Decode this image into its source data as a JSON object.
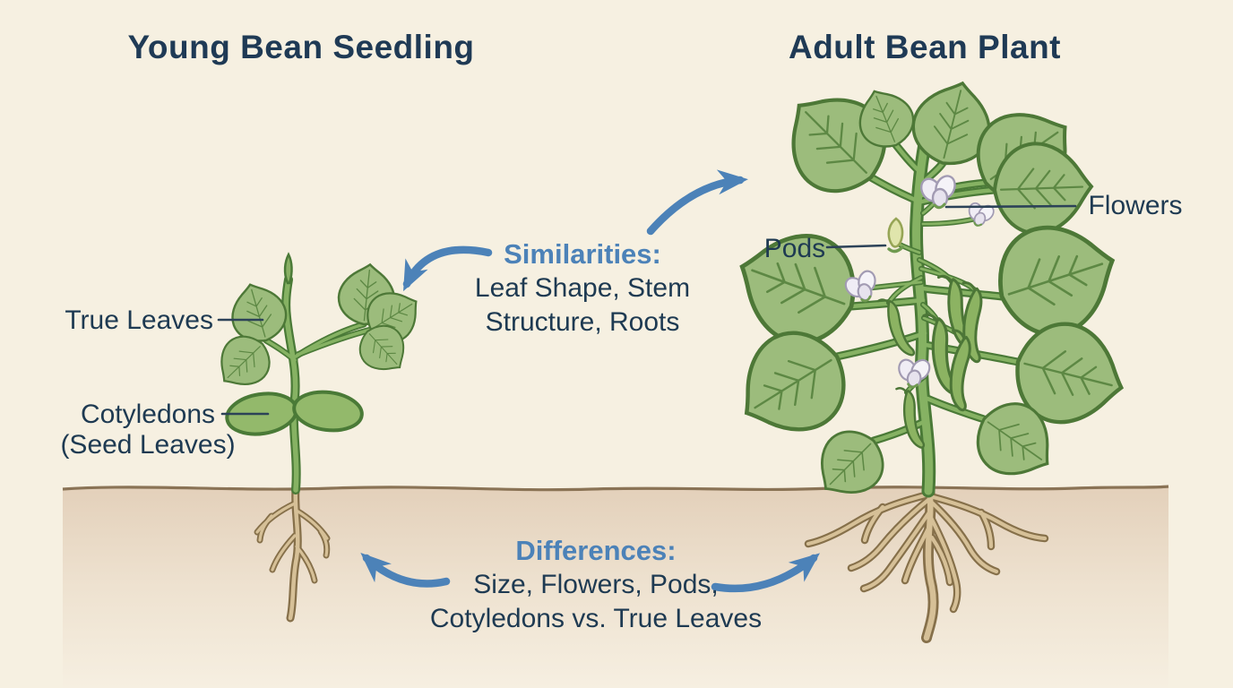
{
  "diagram": {
    "left_title": "Young Bean Seedling",
    "right_title": "Adult Bean Plant",
    "seedling_labels": {
      "true_leaves": "True Leaves",
      "cotyledons_line1": "Cotyledons",
      "cotyledons_line2": "(Seed Leaves)"
    },
    "adult_labels": {
      "pods": "Pods",
      "flowers": "Flowers"
    },
    "similarities": {
      "heading": "Similarities:",
      "line1": "Leaf Shape, Stem",
      "line2": "Structure, Roots"
    },
    "differences": {
      "heading": "Differences:",
      "line1": "Size, Flowers, Pods,",
      "line2": "Cotyledons vs. True Leaves"
    },
    "colors": {
      "background": "#f6f0e1",
      "title_navy": "#1f3a55",
      "label_navy": "#1e3a52",
      "accent_blue": "#4c82b8",
      "leaf_green": "#9cbc7c",
      "leaf_outline": "#4d7837",
      "stem_green": "#86b263",
      "root_tan": "#d6c097",
      "soil_top": "#e3d0ba",
      "soil_line_brown": "#8a7355",
      "flower_white": "#f0edf5",
      "young_pod_yellow": "#e0e5ac"
    }
  }
}
